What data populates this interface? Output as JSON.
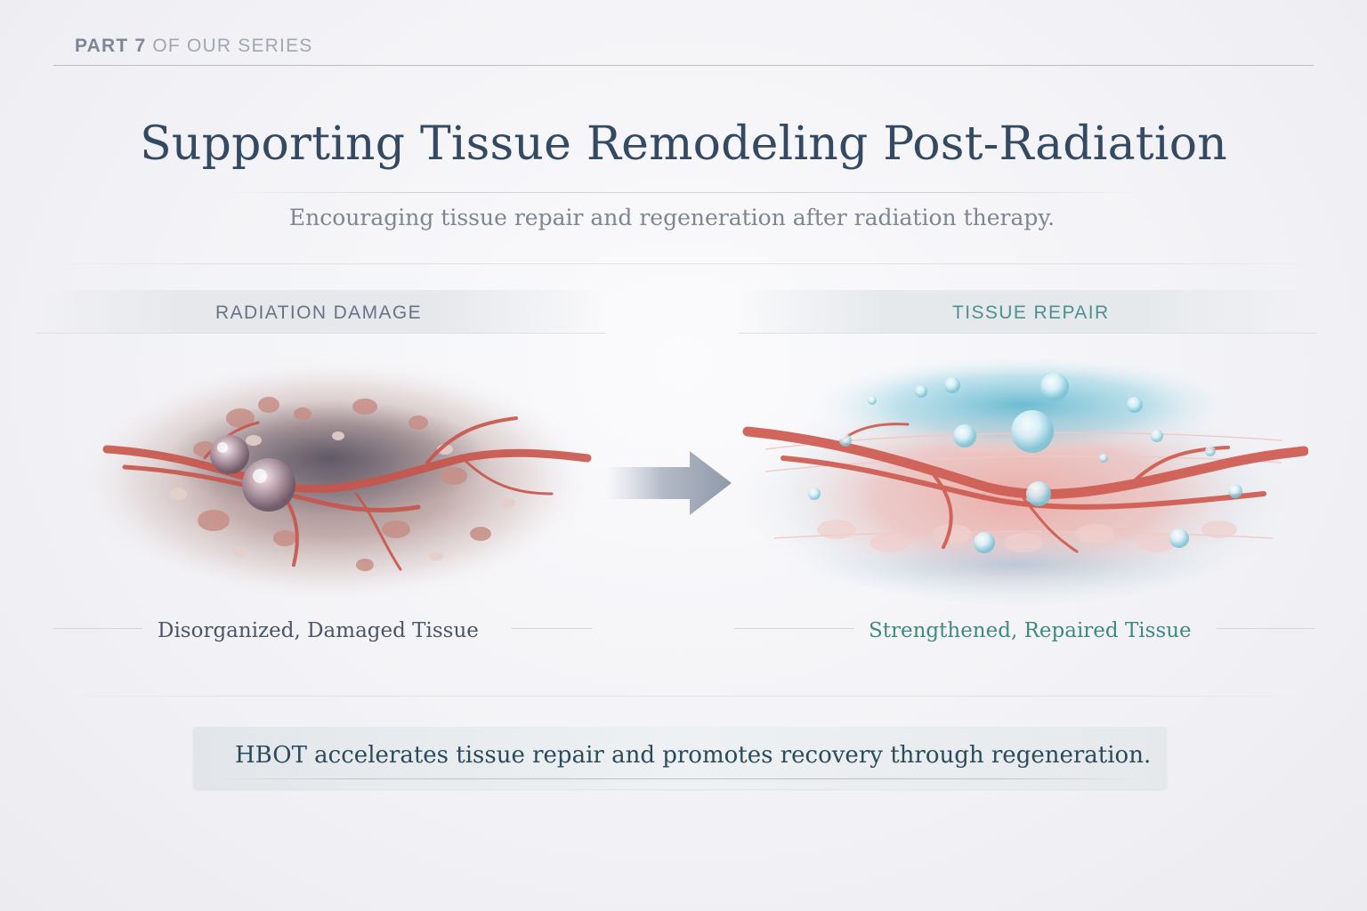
{
  "header": {
    "series_part": "PART 7",
    "series_rest": "OF OUR SERIES"
  },
  "title": "Supporting Tissue Remodeling Post-Radiation",
  "subtitle": "Encouraging tissue repair and regeneration after radiation therapy.",
  "panels": {
    "left": {
      "heading": "RADIATION DAMAGE",
      "caption": "Disorganized, Damaged Tissue"
    },
    "right": {
      "heading": "TISSUE REPAIR",
      "caption": "Strengthened, Repaired Tissue"
    }
  },
  "callout": "HBOT accelerates tissue repair and promotes recovery through regeneration.",
  "colors": {
    "title": "#344a63",
    "repair_accent": "#4e8f91",
    "damage_accent": "#687387",
    "vessel": "#c8554c"
  }
}
